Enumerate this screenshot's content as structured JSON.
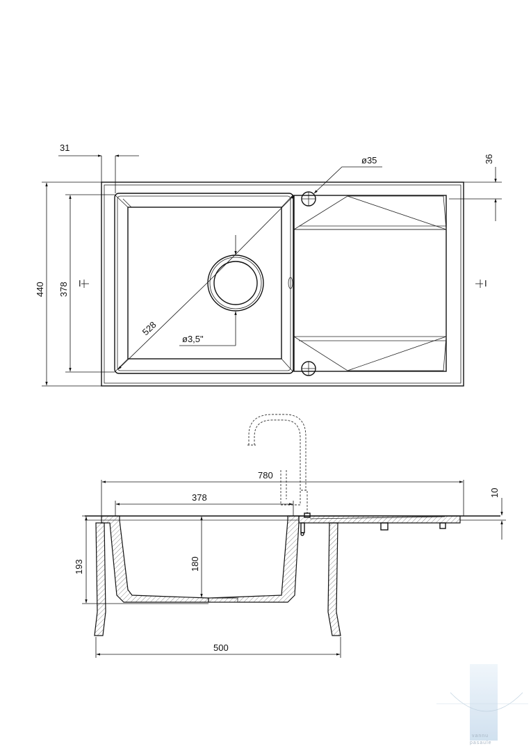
{
  "dimensions": {
    "offset_31": "31",
    "hole_dia": "ø35",
    "offset_36": "36",
    "width_440": "440",
    "bowl_378_v": "378",
    "diag_528": "528",
    "drain_dia": "ø3,5\"",
    "total_780": "780",
    "bowl_378_h": "378",
    "thickness_10": "10",
    "height_193": "193",
    "depth_180": "180",
    "cabinet_500": "500"
  },
  "section_marks": {
    "left": "I",
    "right": "I"
  },
  "watermark": {
    "line1": "vannu",
    "line2": "pasaule"
  },
  "colors": {
    "line": "#111111",
    "watermark": "#cfe0ef"
  }
}
